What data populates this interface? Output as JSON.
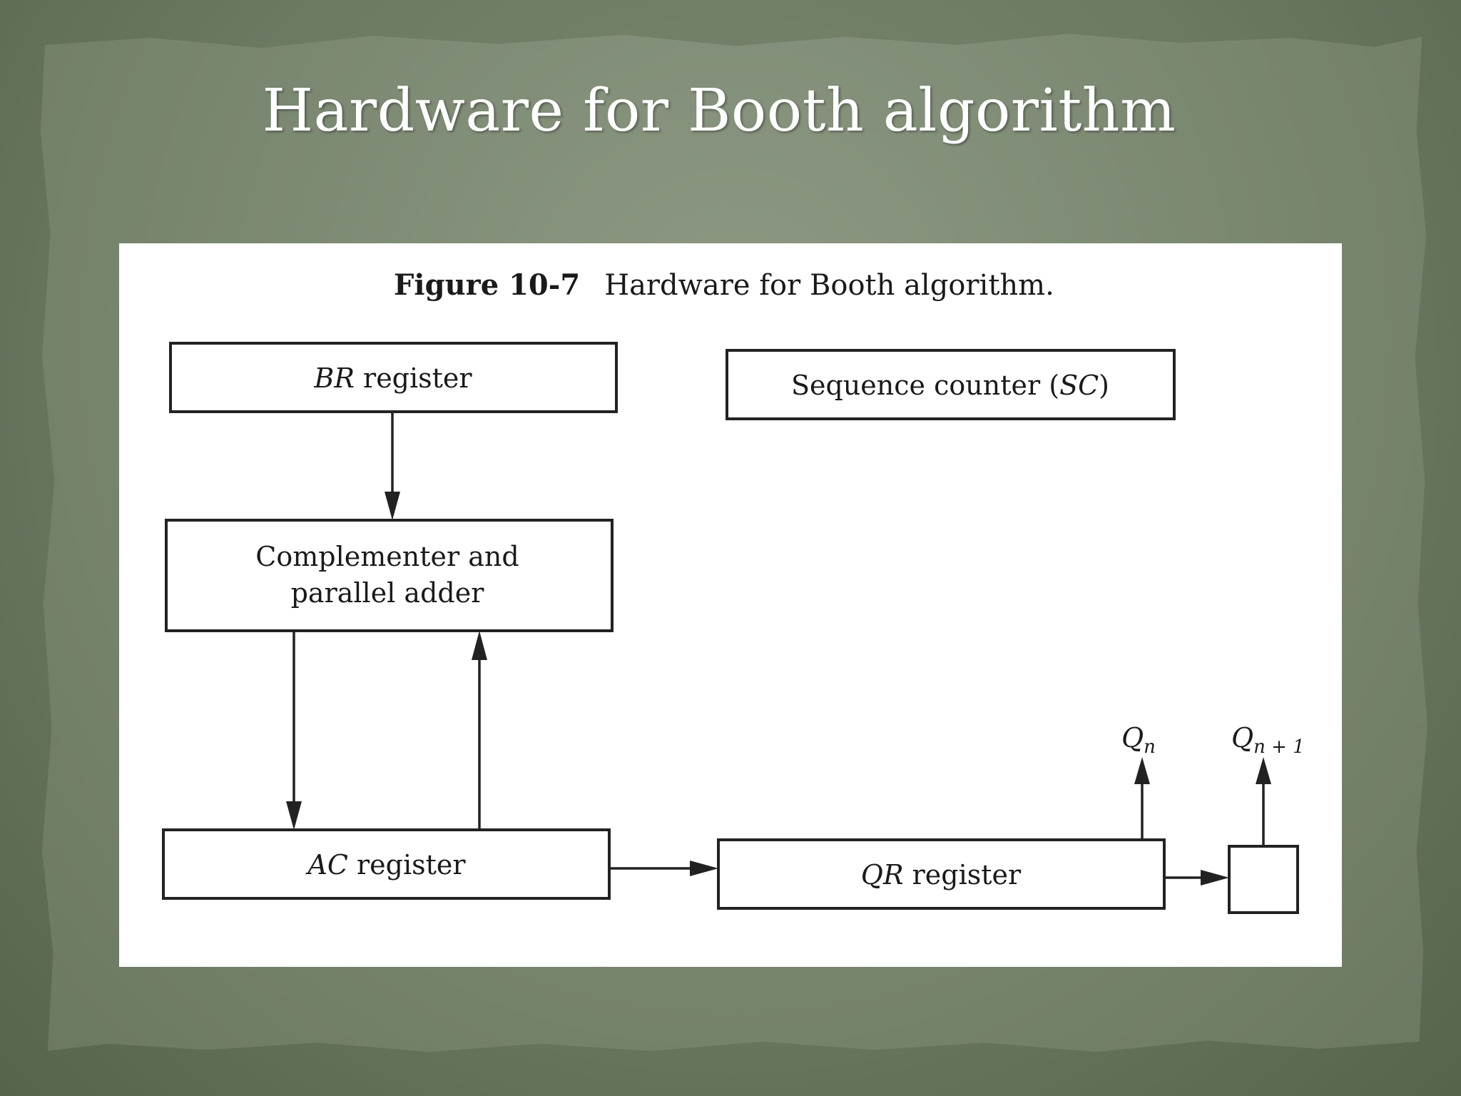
{
  "slide": {
    "title": "Hardware for Booth algorithm"
  },
  "figure": {
    "caption_number": "Figure 10-7",
    "caption_text": "Hardware for Booth algorithm.",
    "blocks": {
      "br_register": {
        "italic": "BR",
        "text": " register"
      },
      "sequence_counter": {
        "text": "Sequence counter (",
        "italic": "SC",
        "close": ")"
      },
      "complementer": {
        "line1": "Complementer and",
        "line2": "parallel adder"
      },
      "ac_register": {
        "italic": "AC",
        "text": " register"
      },
      "qr_register": {
        "italic": "QR",
        "text": " register"
      }
    },
    "signals": {
      "qn": {
        "base": "Q",
        "sub": "n"
      },
      "qn1": {
        "base": "Q",
        "sub": "n + 1"
      }
    }
  },
  "colors": {
    "background": "#6c7a63",
    "paper": "#7b8872",
    "title_text": "#ffffff",
    "figure_background": "#ffffff",
    "ink": "#222222"
  }
}
